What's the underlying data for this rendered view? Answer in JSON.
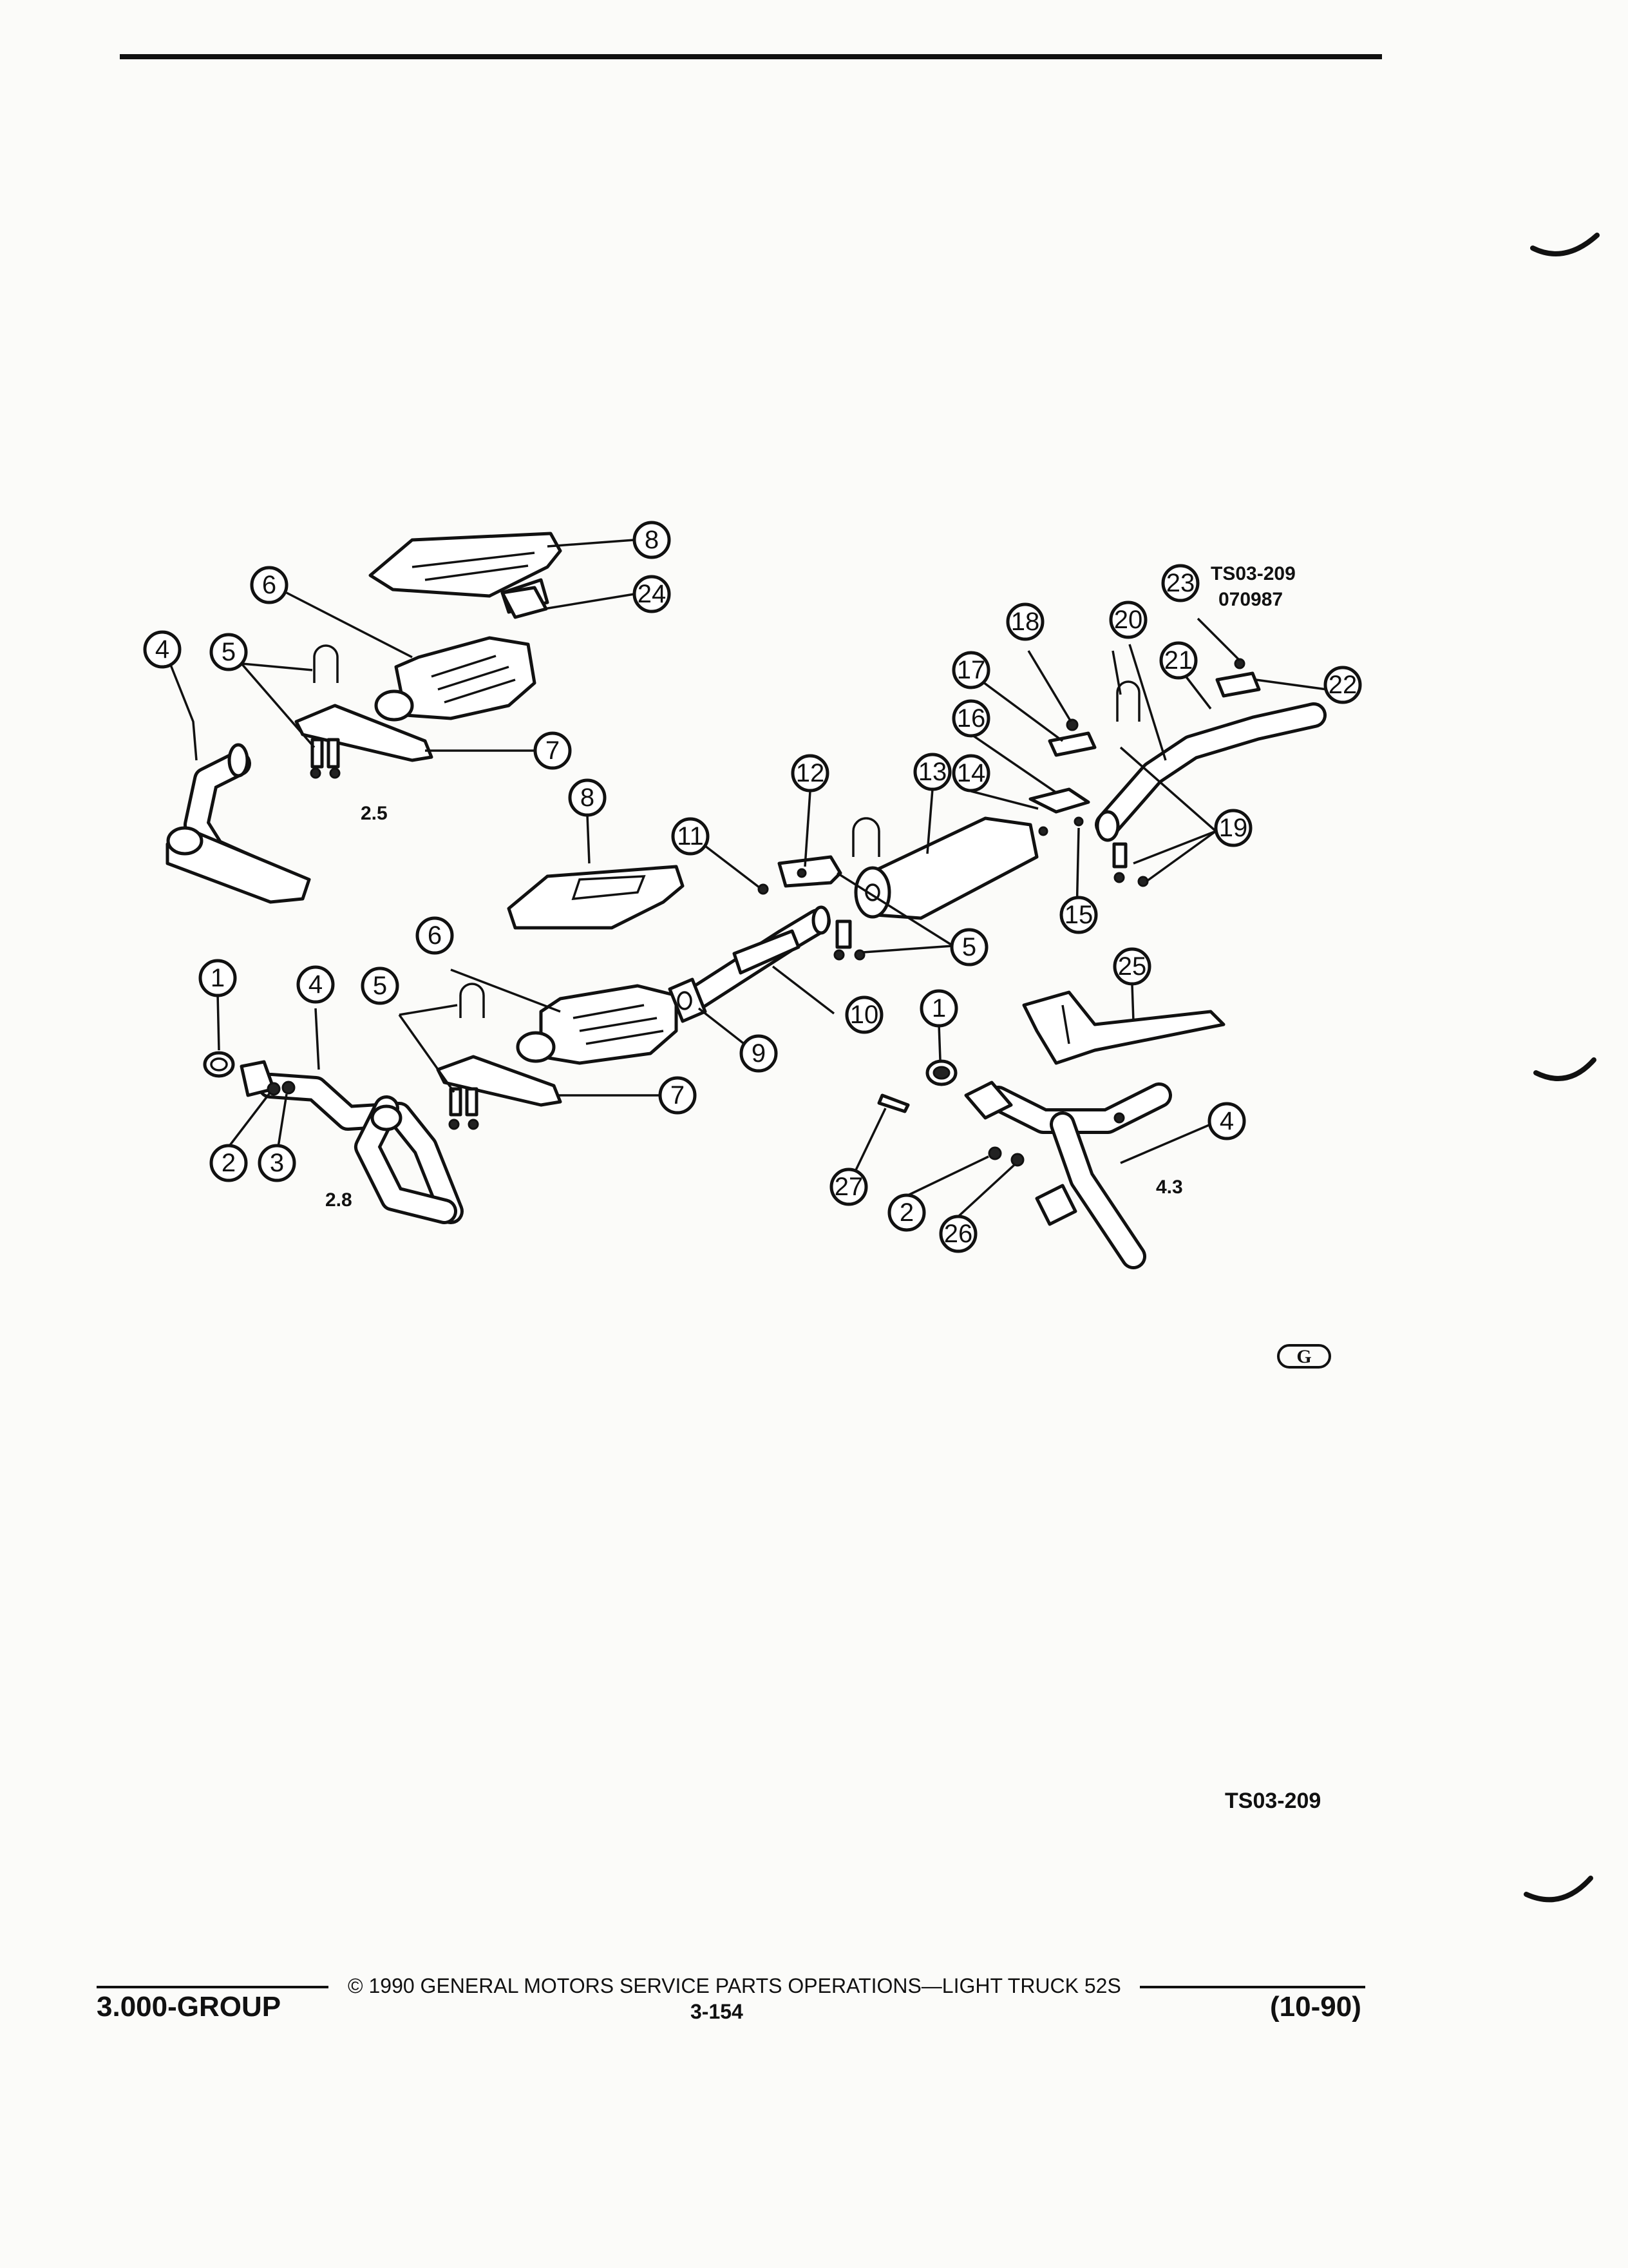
{
  "diagram": {
    "reference_top": "TS03-209",
    "reference_code": "070987",
    "engine_labels": [
      "2.5",
      "2.8",
      "4.3"
    ],
    "callouts": [
      "1",
      "2",
      "3",
      "4",
      "5",
      "6",
      "7",
      "8",
      "9",
      "10",
      "11",
      "12",
      "13",
      "14",
      "15",
      "16",
      "17",
      "18",
      "19",
      "20",
      "21",
      "22",
      "23",
      "24",
      "25",
      "26",
      "27"
    ]
  },
  "footer": {
    "group": "3.000-GROUP",
    "copyright": "© 1990 GENERAL MOTORS SERVICE PARTS OPERATIONS—LIGHT TRUCK 52S",
    "page": "3-154",
    "date_code": "(10-90)",
    "reference_bottom": "TS03-209"
  },
  "marks": {
    "logo": "G"
  }
}
